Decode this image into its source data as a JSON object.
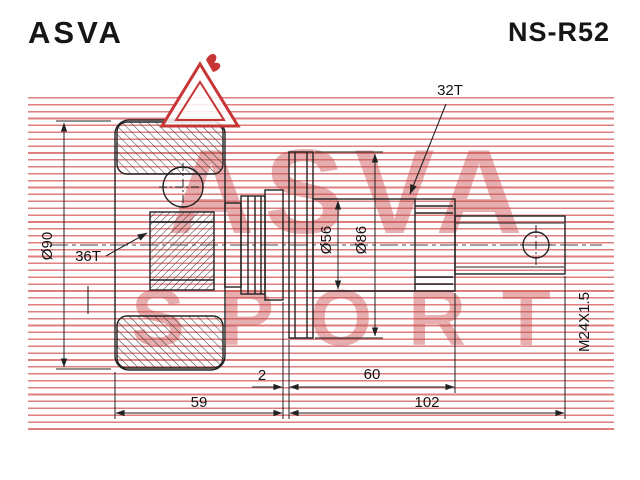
{
  "header": {
    "brand": "ASVA",
    "part_number": "NS-R52"
  },
  "watermark": {
    "word_main": "ASVA",
    "word_sub": "SPORT"
  },
  "labels": {
    "outer_spline": "32T",
    "inner_spline": "36T",
    "housing_diameter": "Ø90",
    "joint_diameter": "Ø56",
    "ring_diameter": "Ø86",
    "thread_size": "M24X1.5",
    "dim_gap": "2",
    "dim_spline_length": "60",
    "dim_housing_length": "59",
    "dim_shaft_length": "102"
  },
  "colors": {
    "accent_red": "#c73535",
    "stripe_red": "#d65a5a",
    "ink": "#222222"
  }
}
